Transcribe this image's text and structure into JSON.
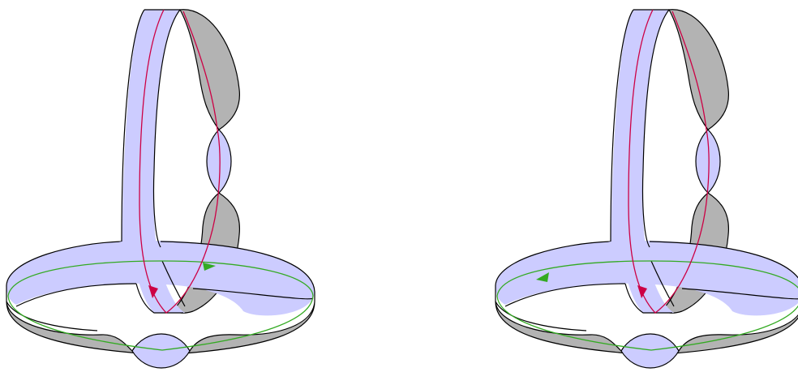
{
  "colors": {
    "band_face": "#ccccff",
    "band_back": "#b3b3b3",
    "outline": "#000000",
    "core_vertical": "#cc0044",
    "core_horizontal": "#33aa22"
  },
  "figures": [
    {
      "id": "left",
      "horizontal_arrow": "right"
    },
    {
      "id": "right",
      "horizontal_arrow": "left"
    }
  ]
}
